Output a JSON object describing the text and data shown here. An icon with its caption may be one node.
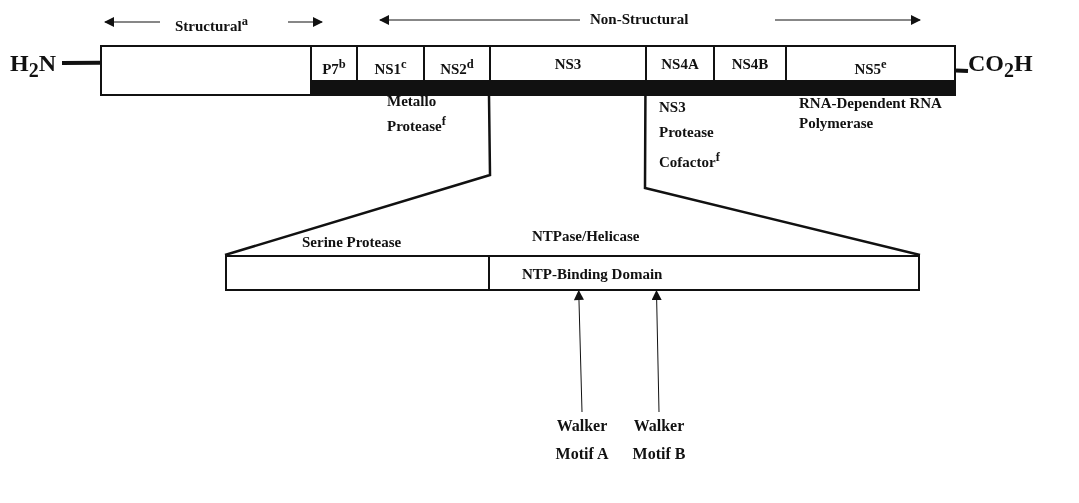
{
  "diagram": {
    "nodes": [
      {
        "text": [
          "H$_{2}$N"
        ]
      },
      {
        "text": [],
        "shape": "box"
      },
      {
        "text": [
          "P7$^{b}$"
        ]
      },
      {
        "text": [
          "NS1$^{c}$"
        ]
      },
      {
        "text": [
          "NS2$^{d}$"
        ],
        "beside": [
          "Metallo Protease$^{f}$"
        ]
      },
      {
        "text": [
          "NS3"
        ]
      },
      {
        "text": [
          "NS4A"
        ],
        "beside": [
          "NS3 Protease Cofactor$^{f}$"
        ]
      },
      {
        "text": [
          "NS4B"
        ]
      },
      {
        "text": [
          "NS5$^{e}$"
        ],
        "beside": [
          "RNA-Dependent RNA Polymerase"
        ]
      },
      {
        "text": [
          "CO$_{2}$H"
        ]
      },
      {
        "text": [
          "Serine Protease"
        ]
      },
      {
        "text": [
          "NTPase/Helicase",
          "NTP-Binding Domain"
        ]
      },
      {
        "text": [
          "Walker Motif A"
        ]
      },
      {
        "text": [
          "Walker Motif B"
        ]
      }
    ],
    "edges": [
      {
        "from": 0,
        "to": 1,
        "arrow": "none"
      },
      {
        "from": 8,
        "to": 9,
        "arrow": "none"
      },
      {
        "from": 5,
        "to": 10,
        "arrow": "none"
      },
      {
        "from": 5,
        "to": 11,
        "arrow": "none"
      },
      {
        "from": 12,
        "to": 11,
        "arrow": "to"
      },
      {
        "from": 13,
        "to": 11,
        "arrow": "to"
      }
    ],
    "labels": [
      "Structural$^{a}$",
      "Non-Structural"
    ]
  }
}
